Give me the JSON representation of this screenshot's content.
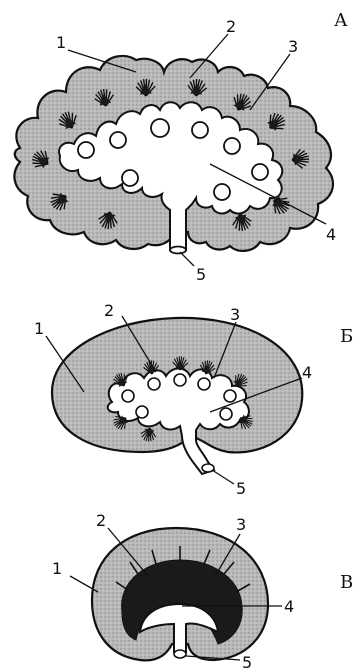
{
  "panels": [
    {
      "id": "A",
      "letter": "А",
      "labels": {
        "l1": "1",
        "l2": "2",
        "l3": "3",
        "l4": "4",
        "l5": "5"
      }
    },
    {
      "id": "B",
      "letter": "Б",
      "labels": {
        "l1": "1",
        "l2": "2",
        "l3": "3",
        "l4": "4",
        "l5": "5"
      }
    },
    {
      "id": "C",
      "letter": "В",
      "labels": {
        "l1": "1",
        "l2": "2",
        "l3": "3",
        "l4": "4",
        "l5": "5"
      }
    }
  ],
  "colors": {
    "cortex_fill": "#b8b8b8",
    "pyramid_fill": "#1a1a1a",
    "line": "#111111",
    "cavity": "#ffffff"
  }
}
